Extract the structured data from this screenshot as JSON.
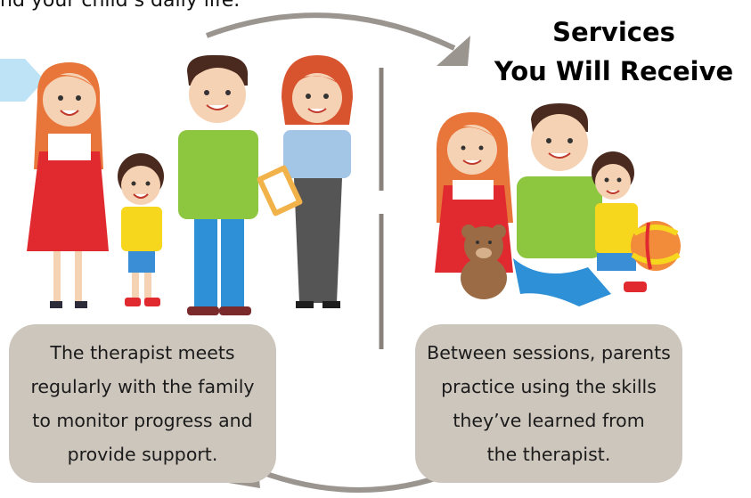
{
  "header": {
    "partial_text": "nd your child’s daily life.",
    "title_line1": "Services",
    "title_line2": "You Will Receive"
  },
  "captions": {
    "left": {
      "line1": "The therapist meets",
      "line2": "regularly with the family",
      "line3": "to monitor progress and",
      "line4": "provide support."
    },
    "right": {
      "line1": "Between sessions, parents",
      "line2": "practice using the skills",
      "line3": "they’ve learned from",
      "line4": "the therapist."
    }
  },
  "colors": {
    "arrow": "#9b9590",
    "caption_bg": "#cdc6bd",
    "chevron": "#bfe3f6",
    "divider": "#8a837d"
  },
  "illustrations": {
    "left_group": "family-standing-with-therapist",
    "right_group": "family-sitting-with-toys"
  }
}
